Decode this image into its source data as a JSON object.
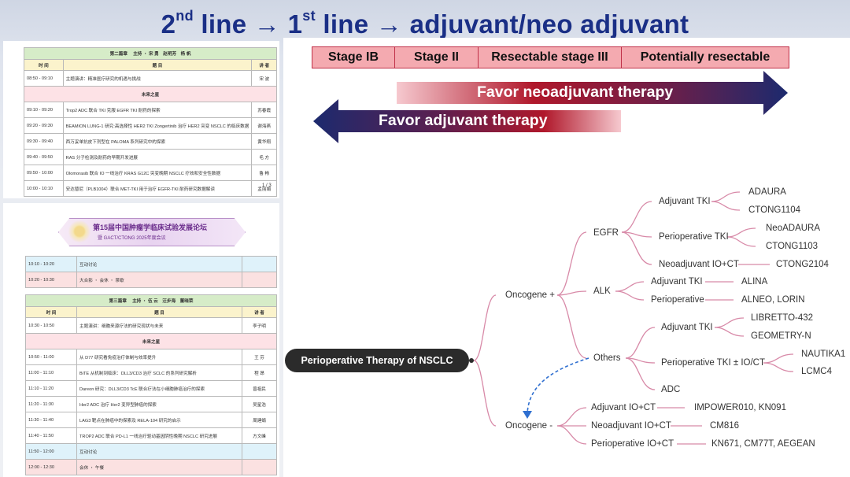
{
  "title": {
    "pre": "2",
    "sup1": "nd",
    "mid": " line → 1",
    "sup2": "st",
    "post": " line → adjuvant/neo adjuvant"
  },
  "agenda1": {
    "session": "第二篇章　 主持 ・ 宋 勇　赵明芳　杨 帆",
    "head": {
      "time": "时 间",
      "topic": "题 目",
      "speaker": "讲 者"
    },
    "rows": [
      {
        "time": "08:50 - 09:10",
        "topic": "主题演讲：精准医疗研究的机遇与挑战",
        "speaker": "宋 波",
        "type": "normal"
      },
      {
        "time": "",
        "topic": "未来之星",
        "speaker": "",
        "type": "future"
      },
      {
        "time": "09:10 - 09:20",
        "topic": "Trop2 ADC 联合 TKI 克服 EGFR TKI 耐药的探索",
        "speaker": "苏春霞",
        "type": "normal"
      },
      {
        "time": "09:20 - 09:30",
        "topic": "BEAMION LUNG-1 研究:高选择性 HER2 TKI Zongertinib 治疗 HER2 突变 NSCLC 的临床数据",
        "speaker": "谢海燕",
        "type": "normal"
      },
      {
        "time": "09:30 - 09:40",
        "topic": "西万妥单抗皮下剂型在 PALOMA 系列研究中的探索",
        "speaker": "黄华翔",
        "type": "normal"
      },
      {
        "time": "09:40 - 09:50",
        "topic": "RAS 分子检测及耐药的早期开发进展",
        "speaker": "毛 方",
        "type": "normal"
      },
      {
        "time": "09:50 - 10:00",
        "topic": "Olomorasib 联合 IO 一线治疗 KRAS G12C 突变晚期 NSCLC 疗效和安全性数据",
        "speaker": "鲁 畅",
        "type": "normal"
      },
      {
        "time": "10:00 - 10:10",
        "topic": "安达替尼（PLB1004）联合 MET-TKI 用于治疗 EGFR-TKI 耐药研究数据解读",
        "speaker": "孟丽娟",
        "type": "normal"
      }
    ],
    "page": "1 / 3"
  },
  "banner": {
    "line1": "第15届中国肿瘤学临床试验发展论坛",
    "line2": "暨 GACT/CTONG 2025年度会议"
  },
  "agenda2": {
    "rows_top": [
      {
        "time": "10:10 - 10:20",
        "topic": "互动讨论",
        "speaker": "",
        "type": "disc"
      },
      {
        "time": "10:20 - 10:30",
        "topic": "大合影 ・ 会休 ・ 茶歇",
        "speaker": "",
        "type": "lunch"
      }
    ],
    "session": "第三篇章　 主持 ・ 伍 云　汪步海　董晓荣",
    "head": {
      "time": "时 间",
      "topic": "题 目",
      "speaker": "讲 者"
    },
    "rows": [
      {
        "time": "10:30 - 10:50",
        "topic": "主题演讲：细胞来源疗法的研究现状与未来",
        "speaker": "李子明",
        "type": "normal"
      },
      {
        "time": "",
        "topic": "未来之星",
        "speaker": "",
        "type": "future"
      },
      {
        "time": "10:50 - 11:00",
        "topic": "从 D77 研究看免疫治疗体制与效率提升",
        "speaker": "王 芬",
        "type": "normal"
      },
      {
        "time": "11:00 - 11:10",
        "topic": "BiTE 从机制到临床：DLL3/CD3 治疗 SCLC 的系列研究解析",
        "speaker": "程 昂",
        "type": "normal"
      },
      {
        "time": "11:10 - 11:20",
        "topic": "Dareon 研究：DLL3/CD3 TcE 联合疗法在小细胞肺癌治疗的探索",
        "speaker": "曾祖民",
        "type": "normal"
      },
      {
        "time": "11:20 - 11:30",
        "topic": "Her2 ADC 治疗 Her2 变异型肺癌的探索",
        "speaker": "吴星浩",
        "type": "normal"
      },
      {
        "time": "11:30 - 11:40",
        "topic": "LAG3 靶点在肺癌中的探索及 RELA-104 研究的启示",
        "speaker": "周建娟",
        "type": "normal"
      },
      {
        "time": "11:40 - 11:50",
        "topic": "TROP2 ADC 联合 PD-L1 一线治疗驱动基因阴性晚期 NSCLC 研究进展",
        "speaker": "方文峰",
        "type": "normal"
      },
      {
        "time": "11:50 - 12:00",
        "topic": "互动讨论",
        "speaker": "",
        "type": "disc"
      },
      {
        "time": "12:00 - 12:30",
        "topic": "会休 ・ 午餐",
        "speaker": "",
        "type": "lunch"
      }
    ]
  },
  "stages": [
    "Stage IB",
    "Stage II",
    "Resectable stage III",
    "Potentially resectable"
  ],
  "arrows": {
    "neo": "Favor neoadjuvant therapy",
    "adj": "Favor adjuvant therapy"
  },
  "colors": {
    "title": "#1a2f86",
    "arrow_navy": "#1c2a6e",
    "arrow_red": "#b0182b",
    "stage_fill": "#f4aab0",
    "branch": "#d88aa8"
  },
  "tree": {
    "root": "Perioperative Therapy of NSCLC",
    "oncogene_pos": "Oncogene +",
    "oncogene_neg": "Oncogene -",
    "egfr": "EGFR",
    "egfr_adj": "Adjuvant TKI",
    "adaura": "ADAURA",
    "ctong1104": "CTONG1104",
    "egfr_periop": "Perioperative TKI",
    "neoadaura": "NeoADAURA",
    "ctong1103": "CTONG1103",
    "egfr_neoio": "Neoadjuvant IO+CT",
    "ctong2104": "CTONG2104",
    "alk": "ALK",
    "alk_adj": "Adjuvant TKI",
    "alina": "ALINA",
    "alk_periop": "Perioperative",
    "alneo": "ALNEO, LORIN",
    "others": "Others",
    "oth_adj": "Adjuvant TKI",
    "libretto": "LIBRETTO-432",
    "geometry": "GEOMETRY-N",
    "oth_periop": "Perioperative TKI ± IO/CT",
    "nautika": "NAUTIKA1",
    "lcmc4": "LCMC4",
    "adc": "ADC",
    "neg_adj": "Adjuvant IO+CT",
    "neg_adj_trials": "IMPOWER010, KN091",
    "neg_neo": "Neoadjuvant IO+CT",
    "cm816": "CM816",
    "neg_periop": "Perioperative IO+CT",
    "neg_periop_trials": "KN671, CM77T, AEGEAN"
  }
}
